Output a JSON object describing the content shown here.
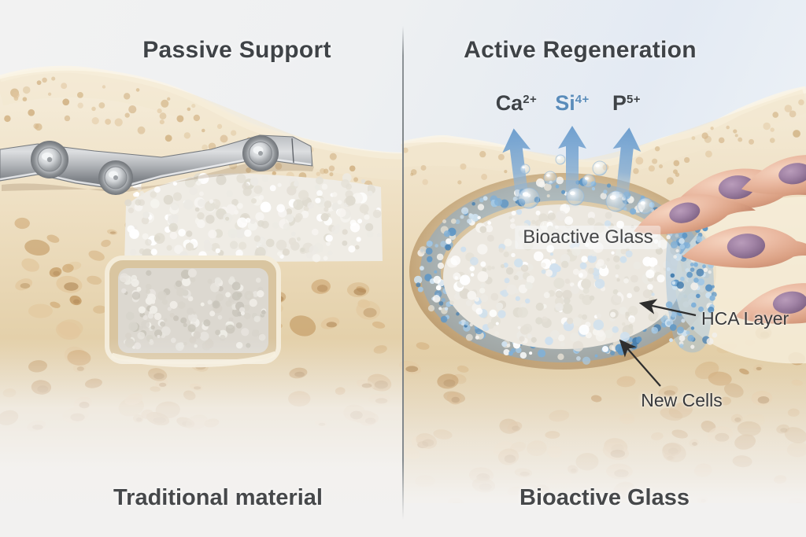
{
  "panels": {
    "left": {
      "title": "Passive Support",
      "caption": "Traditional material"
    },
    "right": {
      "title": "Active Regeneration",
      "caption": "Bioactive Glass",
      "crater_label": "Bioactive Glass",
      "hca_label": "HCA Layer",
      "new_cells_label": "New Cells",
      "ions": [
        {
          "symbol": "Ca",
          "charge": "2+",
          "color": "#3f4347"
        },
        {
          "symbol": "Si",
          "charge": "4+",
          "color": "#5a8cba"
        },
        {
          "symbol": "P",
          "charge": "5+",
          "color": "#3f4347"
        }
      ]
    }
  },
  "colors": {
    "ion_arrow": "#7ea8d4",
    "bioactive_ring": "#5e96c5",
    "bone": "#e9d8b8",
    "implant_metal": "#b9bcc0",
    "cell_body": "#e8b79f",
    "cell_nucleus": "#97789b",
    "annotation_arrow": "#2e2e2e",
    "divider": "#8c9296"
  }
}
